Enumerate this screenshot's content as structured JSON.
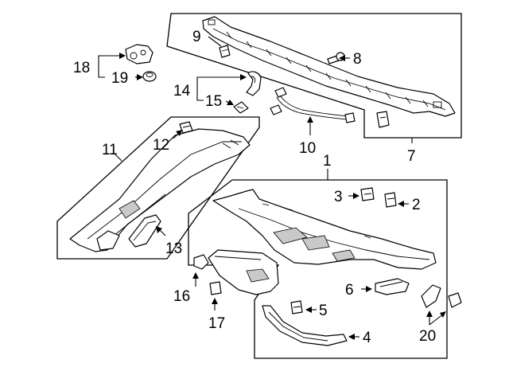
{
  "callouts": {
    "n1": "1",
    "n2": "2",
    "n3": "3",
    "n4": "4",
    "n5": "5",
    "n6": "6",
    "n7": "7",
    "n8": "8",
    "n9": "9",
    "n10": "10",
    "n11": "11",
    "n12": "12",
    "n13": "13",
    "n14": "14",
    "n15": "15",
    "n16": "16",
    "n17": "17",
    "n18": "18",
    "n19": "19",
    "n20": "20"
  },
  "colors": {
    "line": "#000000",
    "background": "#ffffff",
    "shade": "#c9c9c9"
  }
}
